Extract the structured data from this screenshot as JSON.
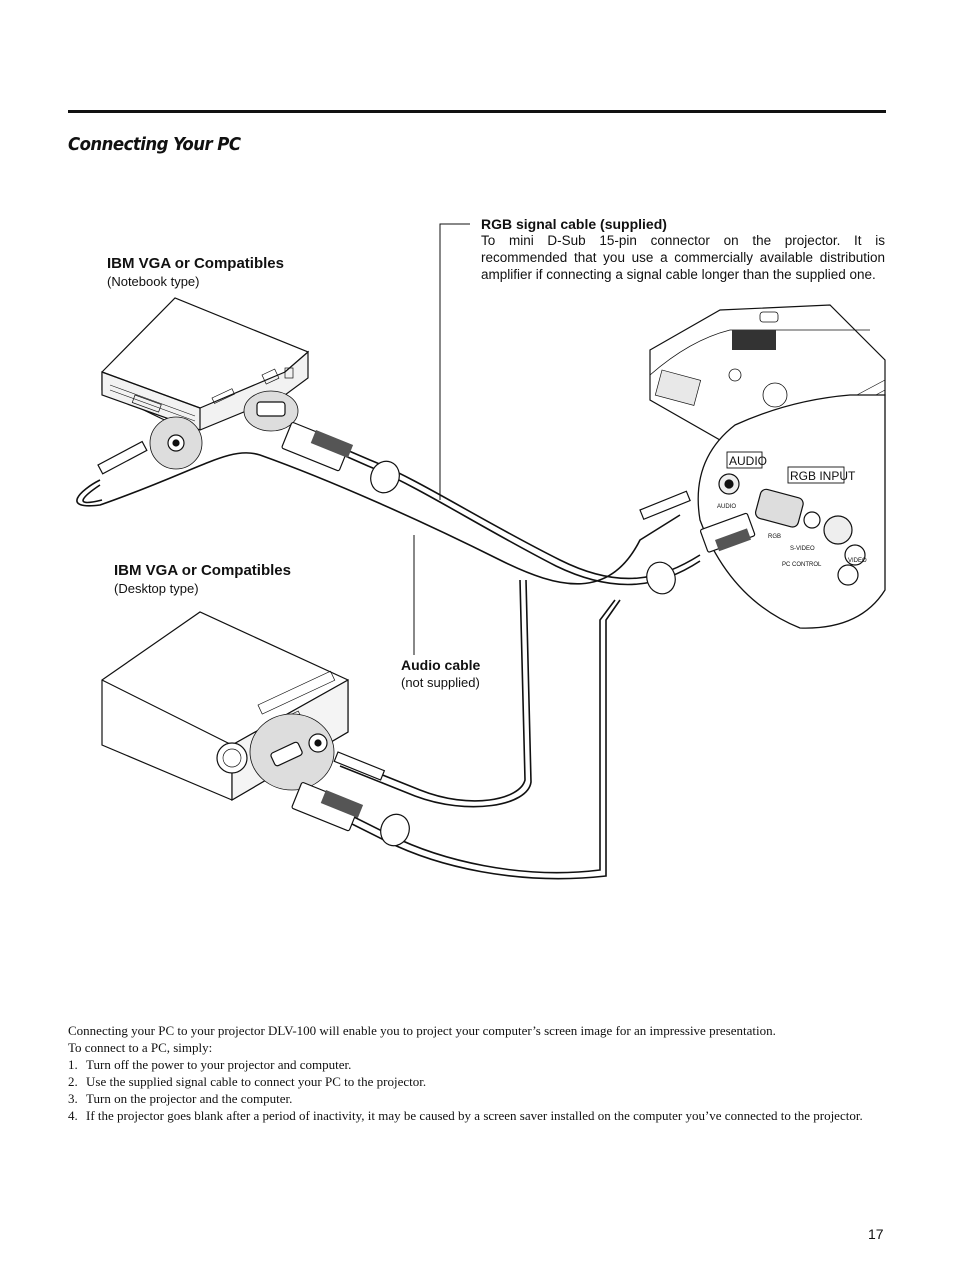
{
  "heading": {
    "title": "Connecting Your PC"
  },
  "labels": {
    "notebook": {
      "title": "IBM VGA or Compatibles",
      "sub": "(Notebook type)"
    },
    "desktop": {
      "title": "IBM VGA or Compatibles",
      "sub": "(Desktop type)"
    },
    "audio_cable": {
      "title": "Audio cable",
      "sub": "(not supplied)"
    },
    "rgb_cable": {
      "title": "RGB signal cable (supplied)",
      "description": "To mini D-Sub 15-pin connector on the projector. It is recommended that you use a commercially available distribution amplifier if connecting a signal cable longer than the supplied one."
    }
  },
  "panel_labels": {
    "audio": "AUDIO",
    "rgb_input": "RGB INPUT",
    "audio_small": "AUDIO",
    "rgb_small": "RGB",
    "svideo": "S-VIDEO",
    "pc_control": "PC CONTROL",
    "video": "VIDEO"
  },
  "instructions": {
    "intro": "Connecting your PC to your projector DLV-100 will enable you to project your computer’s screen image for an impressive presentation.",
    "lead": "To connect to a PC, simply:",
    "steps": [
      {
        "num": "1.",
        "text": "Turn off the power to your projector and computer."
      },
      {
        "num": "2.",
        "text": "Use the supplied signal cable to connect your PC to the projector."
      },
      {
        "num": "3.",
        "text": "Turn on the projector and the computer."
      },
      {
        "num": "4.",
        "text": "If the projector goes blank after a period of inactivity, it may be caused by a screen saver installed on the computer you’ve connected to the projector."
      }
    ]
  },
  "page_number": "17"
}
